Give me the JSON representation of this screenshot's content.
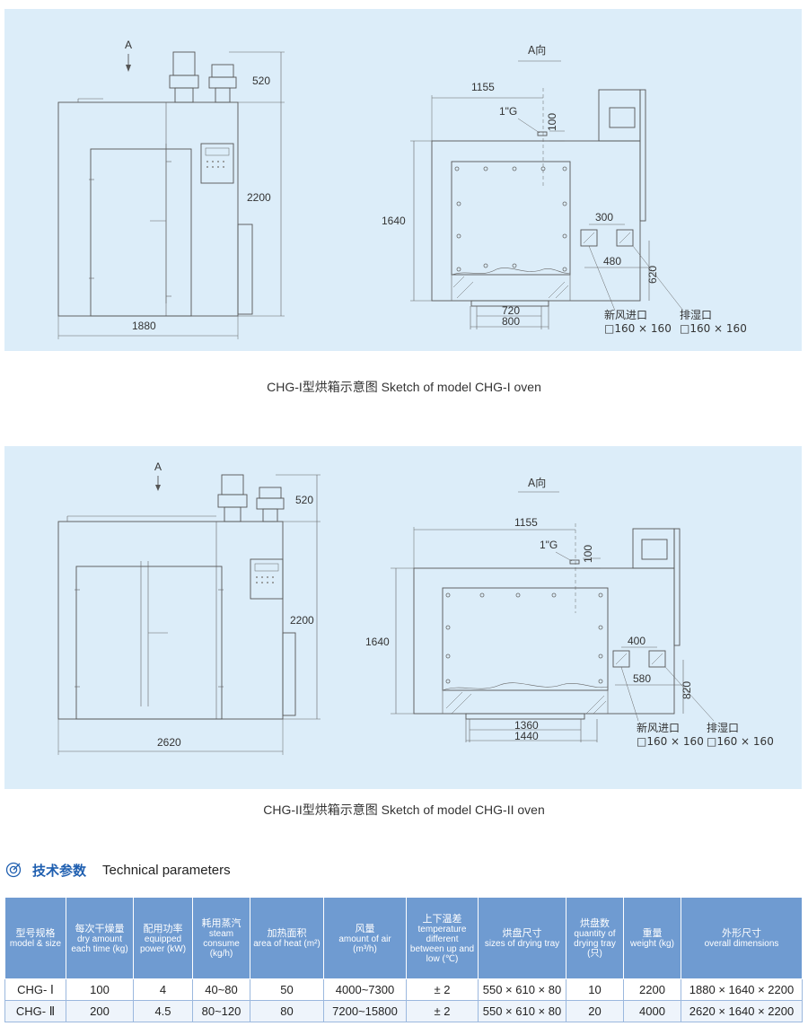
{
  "figure1": {
    "caption": "CHG-I型烘箱示意图   Sketch of model CHG-I oven",
    "view_marker": "A",
    "view_title": "A向",
    "front_dims": {
      "top": "520",
      "height": "2200",
      "width": "1880"
    },
    "side_dims": {
      "width": "1155",
      "height": "1640",
      "pipe": "1\"G",
      "pipe_offset": "100",
      "vent_spacing": "300",
      "vent_span": "480",
      "vent_height": "620",
      "base_inner": "720",
      "base_outer": "800"
    },
    "inlet_label": "新风进口",
    "inlet_size": "□160 × 160",
    "outlet_label": "排湿口",
    "outlet_size": "□160 × 160"
  },
  "figure2": {
    "caption": "CHG-II型烘箱示意图   Sketch of model CHG-II oven",
    "view_marker": "A",
    "view_title": "A向",
    "front_dims": {
      "top": "520",
      "height": "2200",
      "width": "2620"
    },
    "side_dims": {
      "width": "1155",
      "height": "1640",
      "pipe": "1\"G",
      "pipe_offset": "100",
      "vent_spacing": "400",
      "vent_span": "580",
      "vent_height": "820",
      "base_inner": "1360",
      "base_outer": "1440"
    },
    "inlet_label": "新风进口",
    "inlet_size": "□160 × 160",
    "outlet_label": "排湿口",
    "outlet_size": "□160 × 160"
  },
  "tech": {
    "icon": "target-circle-icon",
    "accent": "#1f5fb0",
    "header_bg": "#6f9bd1",
    "title_cn": "技术参数",
    "title_en": "Technical parameters",
    "columns": [
      {
        "cn": "型号规格",
        "en": "model & size"
      },
      {
        "cn": "每次干燥量",
        "en": "dry amount each time (kg)"
      },
      {
        "cn": "配用功率",
        "en": "equipped power (kW)"
      },
      {
        "cn": "耗用蒸汽",
        "en": "steam consume (kg/h)"
      },
      {
        "cn": "加热面积",
        "en": "area of heat (m²)"
      },
      {
        "cn": "风量",
        "en": "amount of air (m³/h)"
      },
      {
        "cn": "上下温差",
        "en": "temperature different between up and low (℃)"
      },
      {
        "cn": "烘盘尺寸",
        "en": "sizes of drying tray"
      },
      {
        "cn": "烘盘数",
        "en": "quantity of drying tray (只)"
      },
      {
        "cn": "重量",
        "en": "weight (kg)"
      },
      {
        "cn": "外形尺寸",
        "en": "overall dimensions"
      }
    ],
    "rows": [
      [
        "CHG- Ⅰ",
        "100",
        "4",
        "40~80",
        "50",
        "4000~7300",
        "± 2",
        "550 × 610 × 80",
        "10",
        "2200",
        "1880 × 1640 × 2200"
      ],
      [
        "CHG- Ⅱ",
        "200",
        "4.5",
        "80~120",
        "80",
        "7200~15800",
        "± 2",
        "550 × 610 × 80",
        "20",
        "4000",
        "2620 × 1640 × 2200"
      ]
    ]
  }
}
